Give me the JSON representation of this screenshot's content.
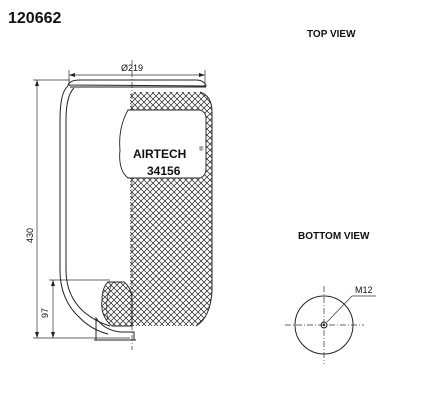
{
  "part_number": "120662",
  "views": {
    "top_label": "TOP VIEW",
    "bottom_label": "BOTTOM VIEW"
  },
  "dimensions": {
    "diameter": "Ø219",
    "height": "430",
    "piston_height": "97",
    "thread": "M12"
  },
  "label": {
    "brand": "AIRTECH",
    "brand_mark": "®",
    "code": "34156"
  }
}
